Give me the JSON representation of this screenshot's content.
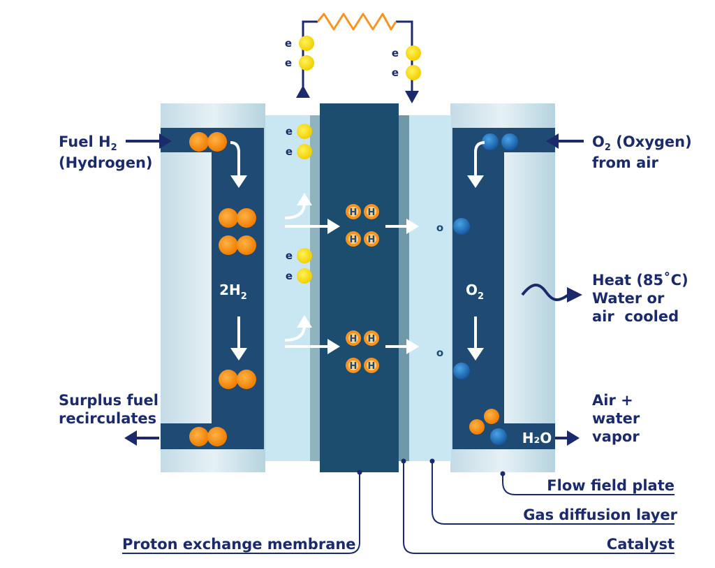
{
  "labels": {
    "fuel_in": [
      "Fuel H",
      "2",
      "(Hydrogen)"
    ],
    "oxygen_in": [
      "O",
      "2",
      " (Oxygen)",
      "from air"
    ],
    "heat": [
      "Heat (85˚C)",
      "Water or",
      "air  cooled"
    ],
    "surplus": [
      "Surplus fuel",
      "recirculates"
    ],
    "air_out": [
      "Air +",
      "water",
      "vapor"
    ],
    "flow_field_plate": "Flow field plate",
    "gas_diffusion_layer": "Gas diffusion layer",
    "catalyst": "Catalyst",
    "proton_exchange_membrane": "Proton exchange membrane"
  },
  "channel_labels": {
    "anode": [
      "2H",
      "2"
    ],
    "cathode": [
      "O",
      "2"
    ],
    "water_out": "H₂O"
  },
  "particle_text": {
    "electron": "e",
    "proton": "H",
    "oxygen_atom": "o"
  },
  "colors": {
    "navy": "#1b2a6b",
    "membrane": "#1d4d6e",
    "channel": "#1f4a73",
    "plate": "#bcd9e5",
    "plate_light": "#e2eff5",
    "gdl": "#c9e7f3",
    "hydrogen": "#f7931e",
    "electron": "#f5d800",
    "oxygen": "#1f73b7",
    "resistor": "#f7931e",
    "white": "#ffffff"
  }
}
